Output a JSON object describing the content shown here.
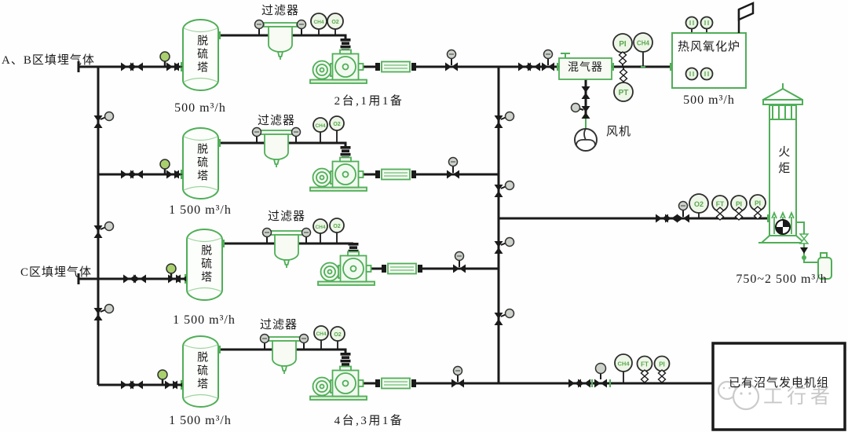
{
  "sources": {
    "ab": "A、B区填埋气体",
    "c": "C区填埋气体"
  },
  "towers": [
    {
      "label": "脱硫塔",
      "capacity": "500 m³/h"
    },
    {
      "label": "脱硫塔",
      "capacity": "1 500 m³/h"
    },
    {
      "label": "脱硫塔",
      "capacity": "1 500 m³/h"
    },
    {
      "label": "脱硫塔",
      "capacity": "1 500 m³/h"
    }
  ],
  "filters": [
    {
      "label": "过滤器"
    },
    {
      "label": "过滤器"
    },
    {
      "label": "过滤器"
    },
    {
      "label": "过滤器"
    }
  ],
  "blower_notes": {
    "top": "2台,1用1备",
    "bottom": "4台,3用1备"
  },
  "mixer": {
    "label": "混气器"
  },
  "fan": {
    "label": "风机"
  },
  "furnace": {
    "label": "热风氧化炉",
    "capacity": "500 m³/h"
  },
  "flare": {
    "label": "火炬",
    "capacity": "750~2 500 m³/h"
  },
  "generator": {
    "label": "已有沼气发电机组"
  },
  "instruments": {
    "pi": "PI",
    "pt": "PT",
    "ft": "FT",
    "ch4": "CH4",
    "o2": "O2"
  },
  "watermark": {
    "text": "工行者"
  },
  "colors": {
    "equipment_green": "#4fae57",
    "pipe": "#1a1a1a",
    "instrument_text": "#57a84c"
  }
}
